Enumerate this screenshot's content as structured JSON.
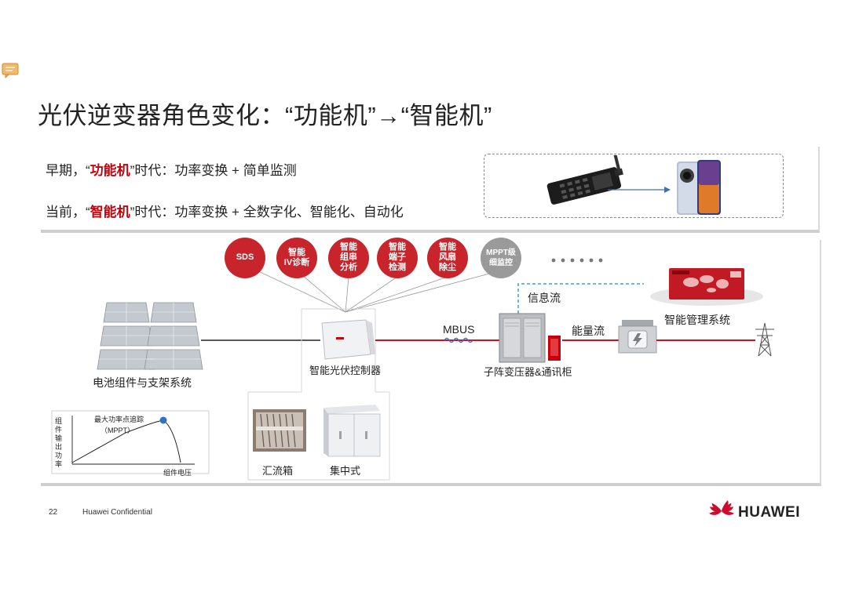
{
  "slide": {
    "title": "光伏逆变器角色变化：“功能机”→“智能机”",
    "line1": {
      "prefix": "早期，“",
      "highlight": "功能机",
      "suffix": "”时代：功率变换 + 简单监测"
    },
    "line2": {
      "prefix": "当前，“",
      "highlight": "智能机",
      "suffix": "”时代：功率变换 + 全数字化、智能化、自动化"
    }
  },
  "features": [
    {
      "label": "SDS"
    },
    {
      "label": "智能\nIV诊断"
    },
    {
      "label": "智能\n组串\n分析"
    },
    {
      "label": "智能\n端子\n检测"
    },
    {
      "label": "智能\n风扇\n除尘"
    },
    {
      "label": "MPPT级\n细监控"
    }
  ],
  "diagram": {
    "pv_label": "电池组件与支架系统",
    "controller_label": "智能光伏控制器",
    "mbus_label": "MBUS",
    "info_flow_label": "信息流",
    "energy_flow_label": "能量流",
    "transformer_label": "子阵变压器&通讯柜",
    "mgmt_label": "智能管理系统",
    "combiner_label": "汇流箱",
    "central_label": "集中式"
  },
  "mppt_chart": {
    "y_label": "组\n件\n输\n出\n功\n率",
    "x_label": "组件电压",
    "peak_label": "最大功率点追踪",
    "peak_sub": "（MPPT）"
  },
  "footer": {
    "page": "22",
    "confidential": "Huawei Confidential",
    "brand": "HUAWEI"
  },
  "colors": {
    "brand_red": "#c7000b",
    "bubble_red": "#c8242b",
    "bubble_gray": "#9a9a9a",
    "dashed_teal": "#4aa3a8"
  }
}
